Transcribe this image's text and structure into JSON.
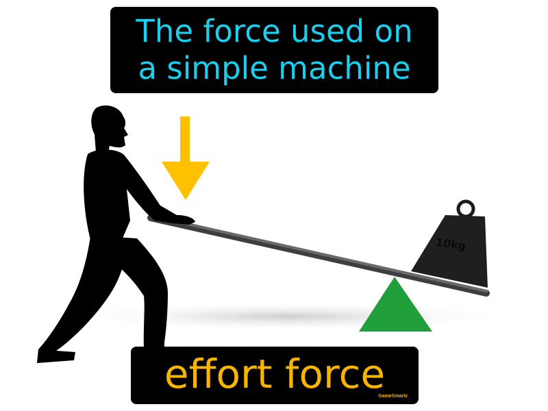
{
  "definition": {
    "line1": "The force used on",
    "line2": "a simple machine"
  },
  "term": "effort force",
  "brand": "GameSmartz",
  "weight_label": "10kg",
  "colors": {
    "definition_text": "#1ccfef",
    "term_text": "#f7b500",
    "arrow": "#ffc000",
    "fulcrum": "#1f9e3a",
    "lever": "#5a5a5a",
    "silhouette": "#000000"
  },
  "icons": {
    "person": "person-silhouette-icon",
    "arrow": "arrow-down-icon",
    "weight": "weight-icon",
    "fulcrum": "fulcrum-triangle-icon"
  }
}
